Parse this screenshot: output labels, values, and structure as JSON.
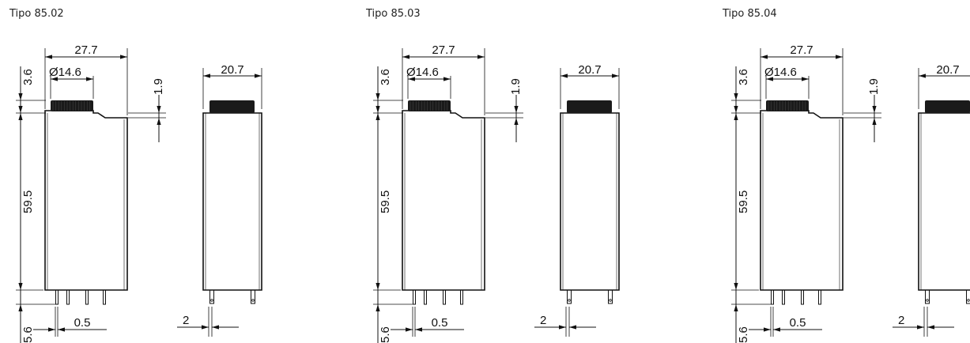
{
  "panels": [
    {
      "title": "Tipo 85.02",
      "dims": {
        "width": "27.7",
        "diameter": "Ø14.6",
        "cap_height": "3.6",
        "step": "1.9",
        "body_height": "59.5",
        "pin_length": "5.6",
        "pin_width": "0.5",
        "side_width": "20.7",
        "side_pin": "2"
      },
      "pins": 4
    },
    {
      "title": "Tipo 85.03",
      "dims": {
        "width": "27.7",
        "diameter": "Ø14.6",
        "cap_height": "3.6",
        "step": "1.9",
        "body_height": "59.5",
        "pin_length": "5.6",
        "pin_width": "0.5",
        "side_width": "20.7",
        "side_pin": "2"
      },
      "pins": 4
    },
    {
      "title": "Tipo 85.04",
      "dims": {
        "width": "27.7",
        "diameter": "Ø14.6",
        "cap_height": "3.6",
        "step": "1.9",
        "body_height": "59.5",
        "pin_length": "5.6",
        "pin_width": "0.5",
        "side_width": "20.7",
        "side_pin": "2"
      },
      "pins": 4
    }
  ],
  "colors": {
    "line": "#111111",
    "cap": "#1a1a1a"
  }
}
